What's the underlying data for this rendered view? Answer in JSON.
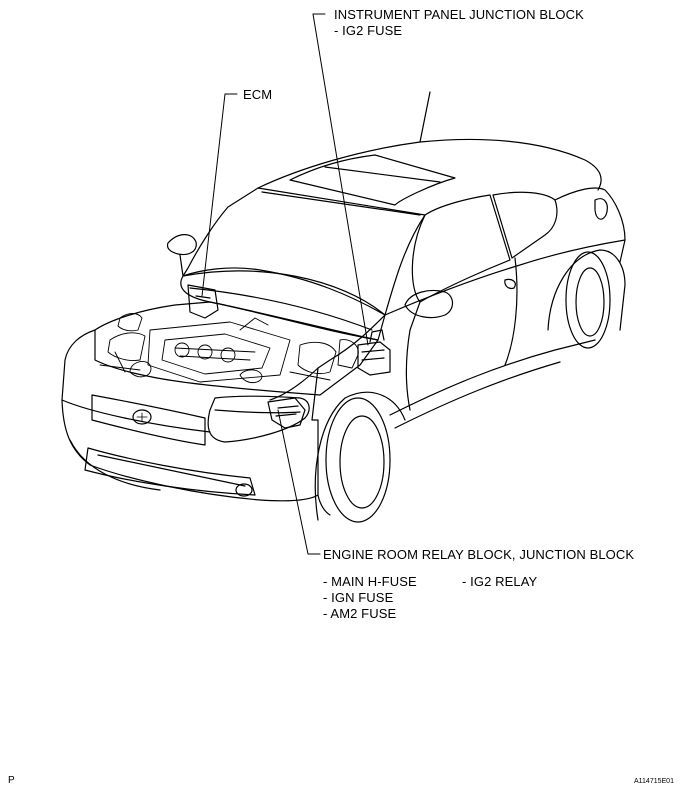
{
  "labels": {
    "instrument_panel": "INSTRUMENT PANEL JUNCTION BLOCK",
    "ig2_fuse": "- IG2 FUSE",
    "ecm": "ECM",
    "engine_room": "ENGINE ROOM RELAY BLOCK, JUNCTION BLOCK",
    "main_h_fuse": "- MAIN H-FUSE",
    "ig2_relay": "- IG2 RELAY",
    "ign_fuse": "- IGN FUSE",
    "am2_fuse": "- AM2 FUSE"
  },
  "footer": {
    "page_mark": "P",
    "figure_id": "A114715E01"
  }
}
